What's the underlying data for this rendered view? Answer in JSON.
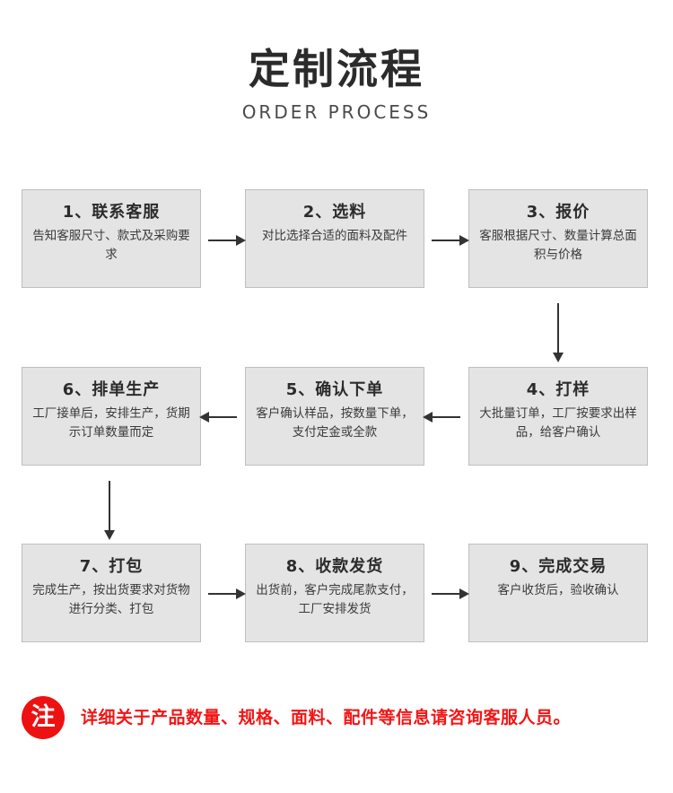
{
  "header": {
    "title": "定制流程",
    "subtitle": "ORDER PROCESS"
  },
  "flow": {
    "rows": [
      {
        "steps": [
          {
            "title": "1、联系客服",
            "desc": "告知客服尺寸、款式及采购要求"
          },
          {
            "title": "2、选料",
            "desc": "对比选择合适的面料及配件"
          },
          {
            "title": "3、报价",
            "desc": "客服根据尺寸、数量计算总面积与价格"
          }
        ]
      },
      {
        "steps": [
          {
            "title": "6、排单生产",
            "desc": "工厂接单后，安排生产，货期示订单数量而定"
          },
          {
            "title": "5、确认下单",
            "desc": "客户确认样品，按数量下单，支付定金或全款"
          },
          {
            "title": "4、打样",
            "desc": "大批量订单，工厂按要求出样品，给客户确认"
          }
        ]
      },
      {
        "steps": [
          {
            "title": "7、打包",
            "desc": "完成生产，按出货要求对货物进行分类、打包"
          },
          {
            "title": "8、收款发货",
            "desc": "出货前，客户完成尾款支付，工厂安排发货"
          },
          {
            "title": "9、完成交易",
            "desc": "客户收货后，验收确认"
          }
        ]
      }
    ],
    "arrows": [
      {
        "name": "arrow-step1-to-step2",
        "direction": "right"
      },
      {
        "name": "arrow-step2-to-step3",
        "direction": "right"
      },
      {
        "name": "arrow-step3-to-step4",
        "direction": "down"
      },
      {
        "name": "arrow-step5-to-step6",
        "direction": "left"
      },
      {
        "name": "arrow-step4-to-step5",
        "direction": "left"
      },
      {
        "name": "arrow-step6-to-step7",
        "direction": "down"
      },
      {
        "name": "arrow-step7-to-step8",
        "direction": "right"
      },
      {
        "name": "arrow-step8-to-step9",
        "direction": "right"
      }
    ]
  },
  "note": {
    "badge": "注",
    "text": "详细关于产品数量、规格、面料、配件等信息请咨询客服人员。",
    "badge_color": "#ee1111",
    "text_color": "#f41414"
  },
  "colors": {
    "box_fill": "#e4e4e4",
    "box_border": "#bfbfbf",
    "arrow": "#333333",
    "title": "#2b2b2b"
  }
}
